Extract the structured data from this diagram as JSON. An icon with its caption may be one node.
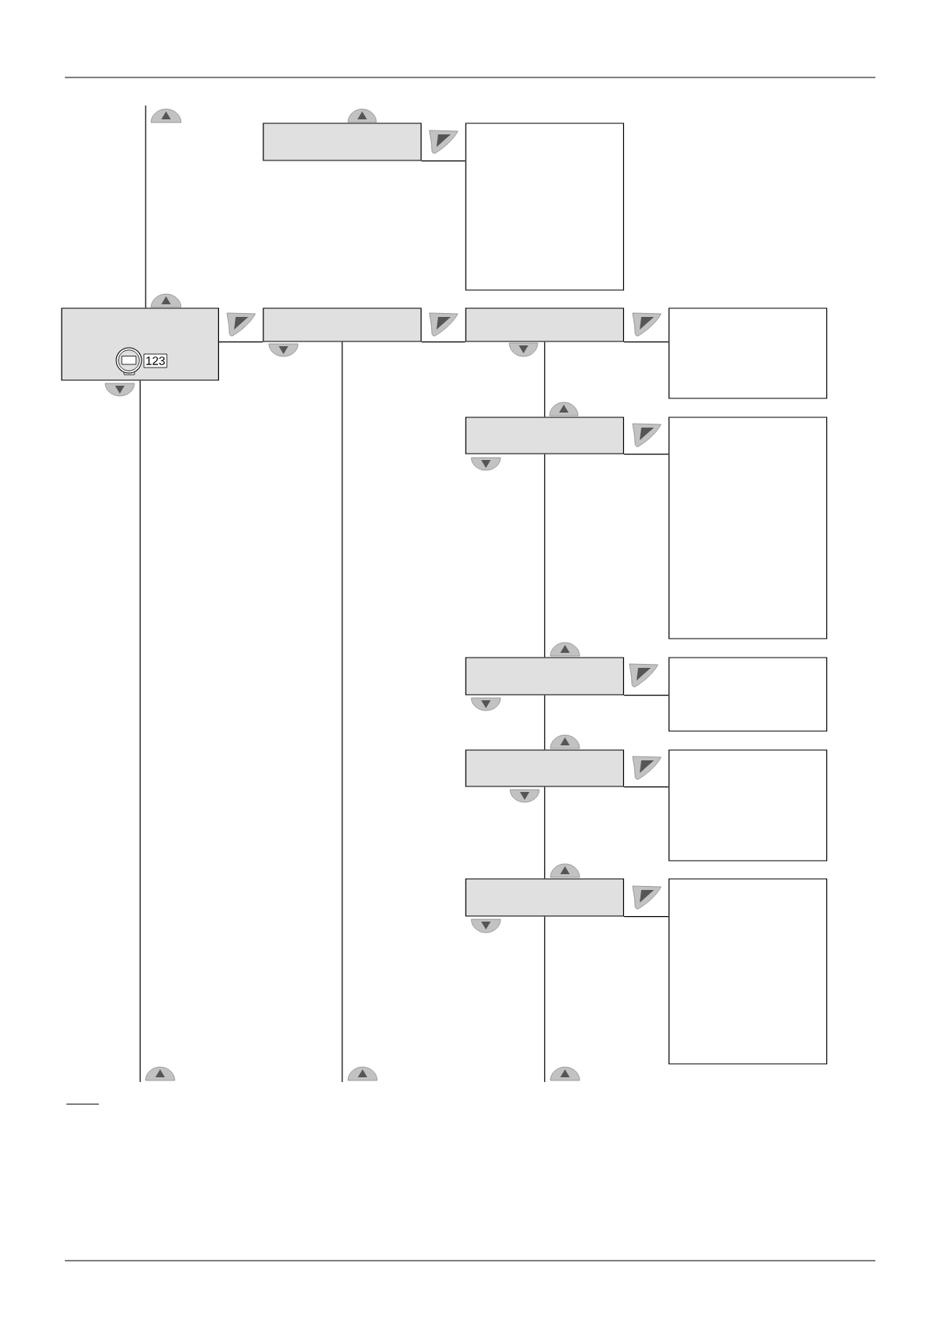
{
  "diagram": {
    "nodes": [
      {
        "text": [],
        "shape": "box"
      },
      {
        "text": [],
        "shape": "box"
      },
      {
        "text": [],
        "shape": "box"
      },
      {
        "text": [
          "123"
        ],
        "in": 2
      },
      {
        "text": [],
        "shape": "box"
      },
      {
        "text": [],
        "shape": "box"
      },
      {
        "text": [],
        "shape": "box"
      },
      {
        "text": [],
        "shape": "box"
      },
      {
        "text": [],
        "shape": "box"
      },
      {
        "text": [],
        "shape": "box"
      },
      {
        "text": [],
        "shape": "box"
      },
      {
        "text": [],
        "shape": "box"
      },
      {
        "text": [],
        "shape": "box"
      },
      {
        "text": [],
        "shape": "box"
      },
      {
        "text": [],
        "shape": "box"
      }
    ],
    "edges": [
      {
        "from": 0,
        "to": 1,
        "arrow": "none"
      },
      {
        "from": 2,
        "to": 4,
        "arrow": "none"
      },
      {
        "from": 4,
        "to": 5,
        "arrow": "none"
      },
      {
        "from": 5,
        "to": 6,
        "arrow": "none"
      },
      {
        "from": 5,
        "to": 7,
        "arrow": "none"
      },
      {
        "from": 7,
        "to": 8,
        "arrow": "none"
      },
      {
        "from": 7,
        "to": 9,
        "arrow": "none"
      },
      {
        "from": 9,
        "to": 10,
        "arrow": "none"
      },
      {
        "from": 9,
        "to": 11,
        "arrow": "none"
      },
      {
        "from": 11,
        "to": 12,
        "arrow": "none"
      },
      {
        "from": 11,
        "to": 13,
        "arrow": "none"
      },
      {
        "from": 13,
        "to": 14,
        "arrow": "none"
      },
      {
        "from": 13,
        "to": null,
        "arrow": "none"
      },
      {
        "from": 4,
        "to": null,
        "arrow": "none"
      },
      {
        "from": 2,
        "to": null,
        "arrow": "none"
      },
      {
        "from": 2,
        "to": null,
        "arrow": "none"
      }
    ]
  }
}
